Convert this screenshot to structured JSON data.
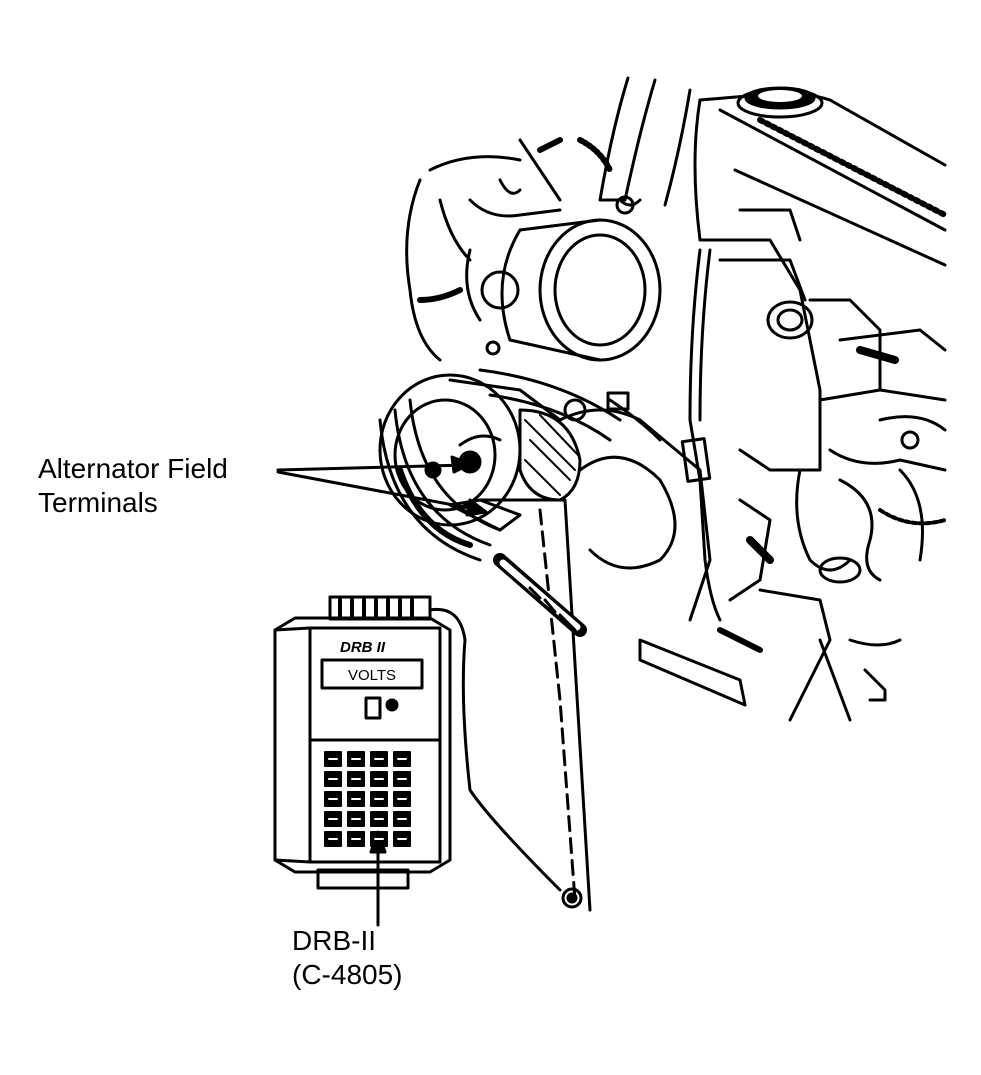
{
  "labels": {
    "alternator_field": [
      "Alternator Field",
      "Terminals"
    ],
    "tool": [
      "DRB-II",
      "(C-4805)"
    ]
  },
  "tester": {
    "brand": "DRB II",
    "display": "VOLTS"
  },
  "colors": {
    "ink": "#000000",
    "paper": "#ffffff"
  }
}
